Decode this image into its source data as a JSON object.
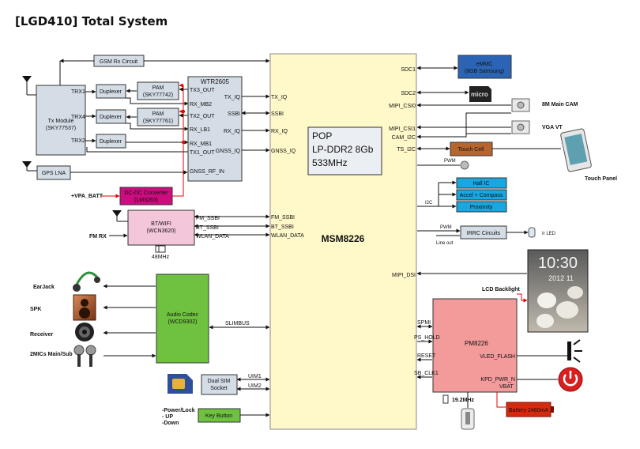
{
  "title": "[LGD410] Total System",
  "colors": {
    "soc": "#fff8c8",
    "gray_box": "#d4dde6",
    "green_box": "#6ec23f",
    "pink_box": "#f3c6da",
    "blue_box": "#19a7e2",
    "magenta_box": "#cc0c7f",
    "pmic_box": "#f39a9a",
    "brown_box": "#b5652d",
    "red_text": "#e40000"
  },
  "blocks": {
    "soc": {
      "label": "MSM8226",
      "memory": [
        "POP",
        "LP-DDR2 8Gb",
        "533MHz"
      ]
    },
    "gsm_rx": "GSM Rx Circuit",
    "tx_module": [
      "Tx Module",
      "(SKY77537)"
    ],
    "duplexer": "Duplexer",
    "pam1": [
      "PAM",
      "(SKY77742)"
    ],
    "pam2": [
      "PAM",
      "(SKY77761)"
    ],
    "wtr": "WTR2605",
    "gps_lna": "GPS LNA",
    "dcdc": [
      "DC-DC Converter",
      "(LM3263)"
    ],
    "vpa": "+VPA_BATT",
    "bt": [
      "BT/WIFI",
      "(WCN3620)"
    ],
    "mhz48": "48MHz",
    "fm_rx": "FM RX",
    "codec": [
      "Audio Codec",
      "(WCD9302)"
    ],
    "slimbus": "SLIMBUS",
    "sim": [
      "Dual SIM",
      "Socket"
    ],
    "key": "Key Button",
    "key_labels": [
      "-Power/Lock",
      "- UP",
      "-Down"
    ],
    "emmc": [
      "eMMC",
      "(8GB Samsung)"
    ],
    "touch_cell": "Touch Cell",
    "touch_panel": "Touch Panel",
    "hall": "Hall IC",
    "accel": "Accel + Compass",
    "prox": "Proximity",
    "irrc": "IRRC Circuits",
    "ir_led": "Ir LED",
    "pwm": "PWM",
    "i2c": "I2C",
    "line_out": "Line out",
    "cam8m": "8M Main CAM",
    "vga": "VGA VT",
    "pm": "PM8226",
    "lcd_backlight": "LCD Backlight",
    "battery": "Battery 2460mA",
    "mhz192": "19.2MHz",
    "audio_outputs": [
      "EarJack",
      "SPK",
      "Receiver",
      "2MICs Main/Sub"
    ],
    "phone_time": "10:30",
    "phone_date": "2012 11"
  },
  "signals": {
    "trx": [
      "TRX1",
      "TRX4",
      "TRX2"
    ],
    "wtr_left": [
      "TX3_OUT",
      "RX_MB2",
      "TX2_OUT",
      "RX_LB1",
      "RX_MB1",
      "TX1_OUT",
      "GNSS_RF_IN"
    ],
    "wtr_right": [
      "TX_IQ",
      "SSBI",
      "RX_IQ",
      "GNSS_IQ"
    ],
    "soc_left_rf": [
      "TX_IQ",
      "SSBI",
      "RX_IQ",
      "GNSS_IQ"
    ],
    "soc_left_bt": [
      "FM_SSBI",
      "BT_SSBI",
      "WLAN_DATA"
    ],
    "bt_right": [
      "FM_SSBI",
      "BT_SSBI",
      "WLAN_DATA"
    ],
    "uim": [
      "UIM1",
      "UIM2"
    ],
    "soc_right": [
      "SDC1",
      "SDC2",
      "MIPI_CSI0",
      "MIPI_CSI1",
      "CAM_I2C",
      "TS_I2C",
      "MIPI_DSI"
    ],
    "pm_left": [
      "SPMI",
      "PS_HOLD",
      "RESET",
      "SB_CLK1"
    ],
    "pm_right": [
      "VLED_FLASH",
      "KPD_PWR_N",
      "VBAT"
    ]
  }
}
